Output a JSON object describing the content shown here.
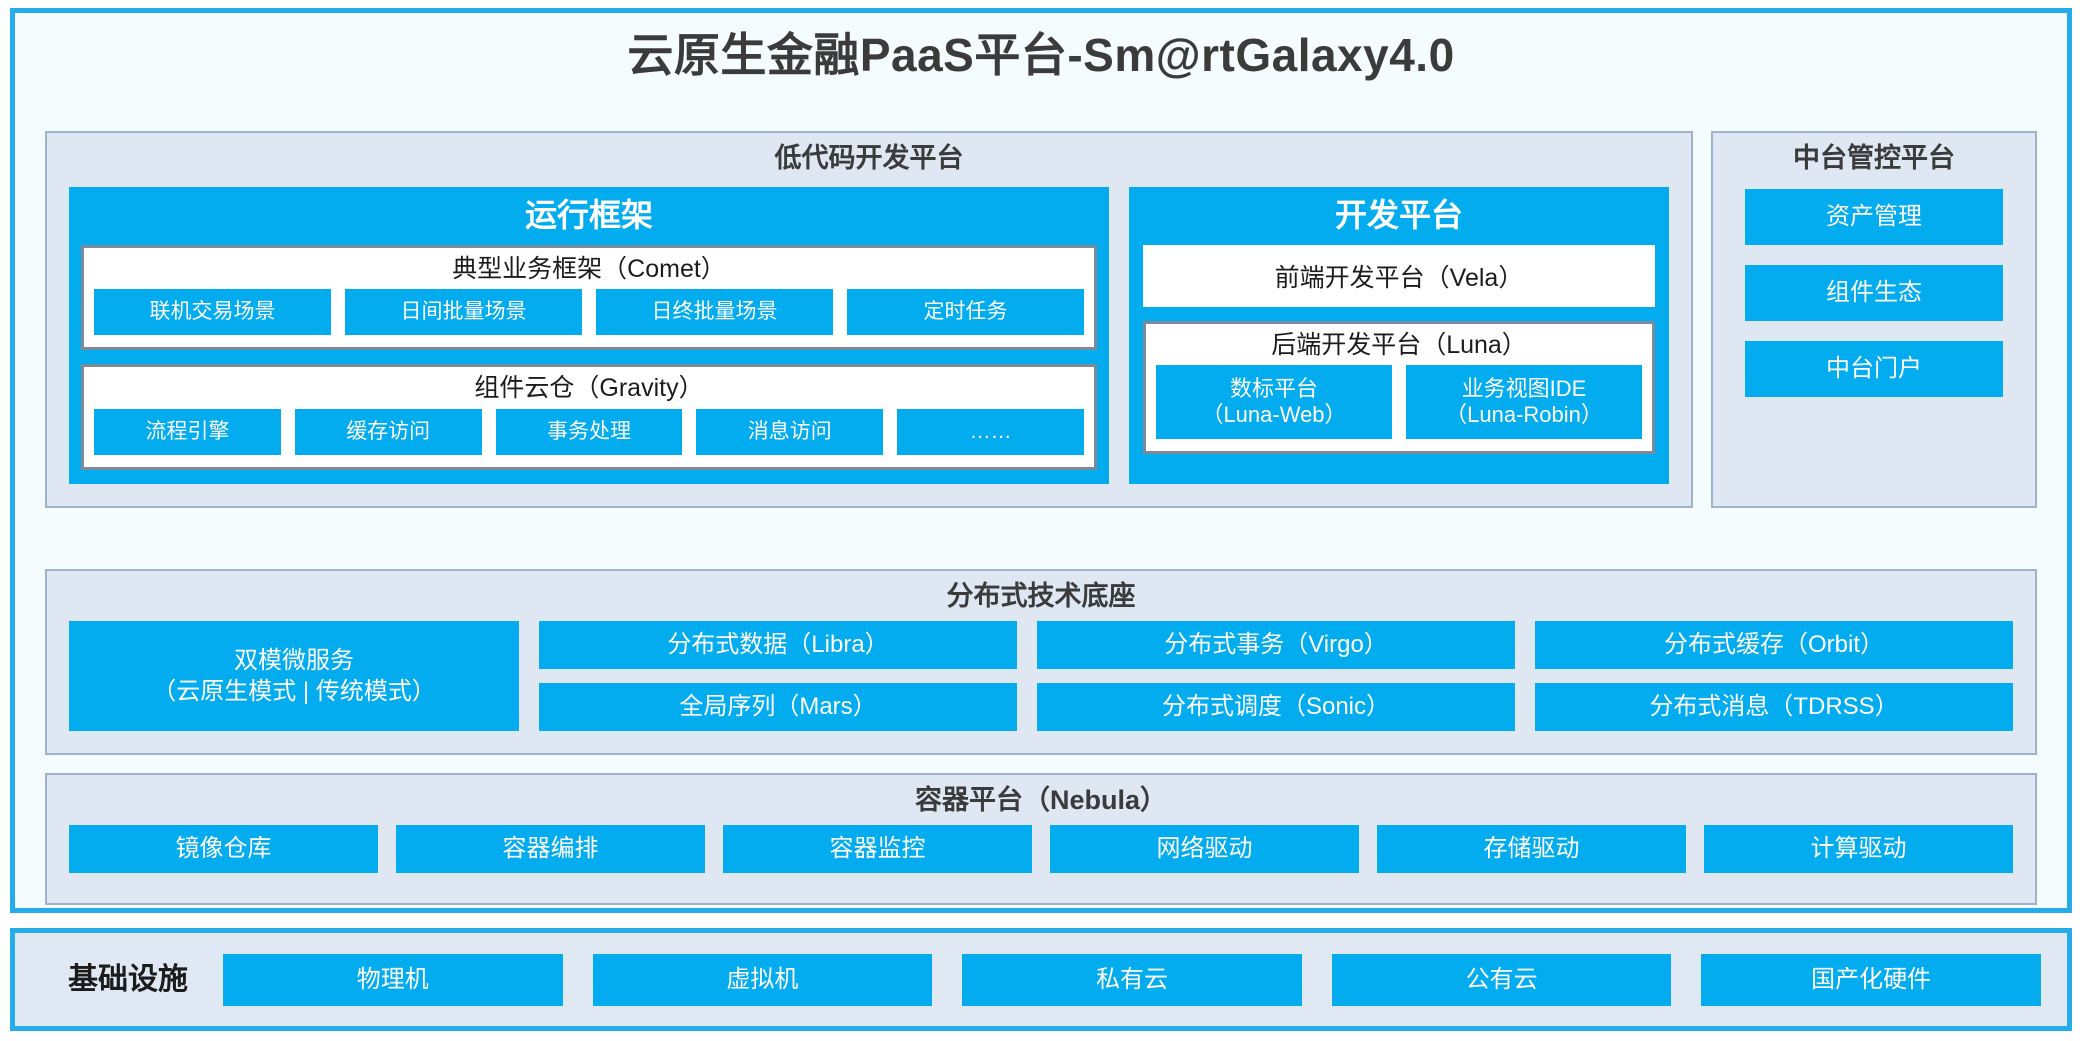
{
  "title": "云原生金融PaaS平台-Sm@rtGalaxy4.0",
  "colors": {
    "accent_blue": "#03ABEF",
    "panel_bg": "#DFE7F3",
    "panel_border": "#9FB4CC",
    "outer_border": "#26ACE9",
    "page_bg": "#F4FCFE",
    "box_border_grey": "#7C8A99",
    "text_dark": "#3B3B3B"
  },
  "lowcode": {
    "title": "低代码开发平台",
    "runtime": {
      "title": "运行框架",
      "comet": {
        "title": "典型业务框架（Comet）",
        "items": [
          "联机交易场景",
          "日间批量场景",
          "日终批量场景",
          "定时任务"
        ]
      },
      "gravity": {
        "title": "组件云仓（Gravity）",
        "items": [
          "流程引擎",
          "缓存访问",
          "事务处理",
          "消息访问",
          "……"
        ]
      }
    },
    "devplatform": {
      "title": "开发平台",
      "frontend": "前端开发平台（Vela）",
      "backend": {
        "title": "后端开发平台（Luna）",
        "items": [
          {
            "line1": "数标平台",
            "line2": "（Luna-Web）"
          },
          {
            "line1": "业务视图IDE",
            "line2": "（Luna-Robin）"
          }
        ]
      }
    }
  },
  "zhongtai": {
    "title": "中台管控平台",
    "items": [
      "资产管理",
      "组件生态",
      "中台门户"
    ]
  },
  "techbase": {
    "title": "分布式技术底座",
    "wide": {
      "line1": "双模微服务",
      "line2": "（云原生模式 | 传统模式）"
    },
    "columns": [
      [
        "分布式数据（Libra）",
        "全局序列（Mars）"
      ],
      [
        "分布式事务（Virgo）",
        "分布式调度（Sonic）"
      ],
      [
        "分布式缓存（Orbit）",
        "分布式消息（TDRSS）"
      ]
    ]
  },
  "container": {
    "title": "容器平台（Nebula）",
    "items": [
      "镜像仓库",
      "容器编排",
      "容器监控",
      "网络驱动",
      "存储驱动",
      "计算驱动"
    ]
  },
  "infrastructure": {
    "label": "基础设施",
    "items": [
      "物理机",
      "虚拟机",
      "私有云",
      "公有云",
      "国产化硬件"
    ]
  }
}
